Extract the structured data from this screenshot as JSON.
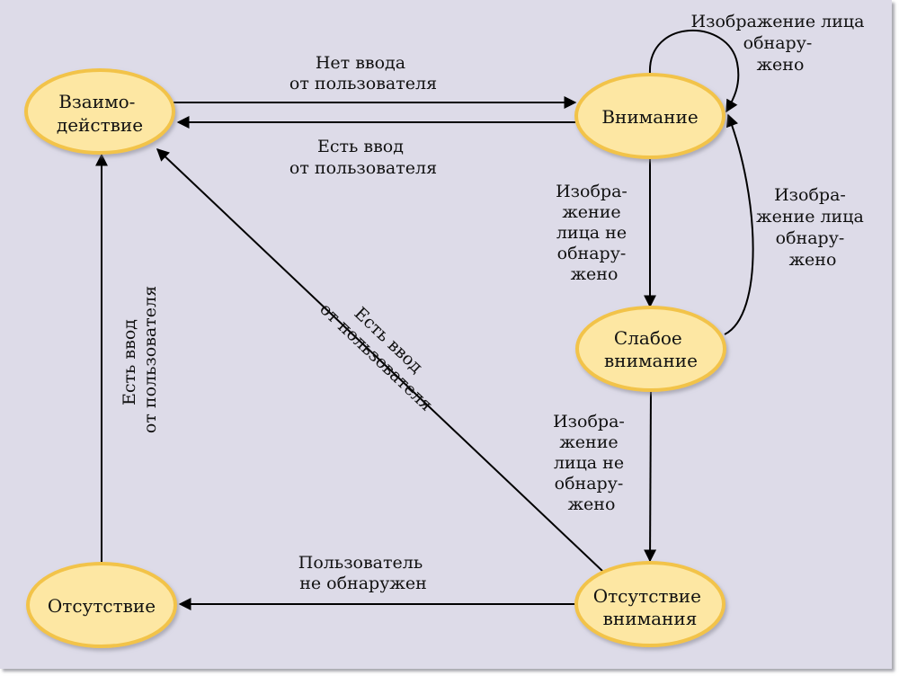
{
  "diagram": {
    "type": "state-transition",
    "colors": {
      "background": "#dddbe8",
      "node_fill": "#fde7a3",
      "node_stroke": "#f2c34a",
      "edge": "#000000",
      "text": "#111111"
    },
    "nodes": {
      "interaction": {
        "lines": [
          "Взаимо-",
          "действие"
        ]
      },
      "attention": {
        "lines": [
          "Внимание"
        ]
      },
      "weak_attention": {
        "lines": [
          "Слабое",
          "внимание"
        ]
      },
      "no_attention": {
        "lines": [
          "Отсутствие",
          "внимания"
        ]
      },
      "absence": {
        "lines": [
          "Отсутствие"
        ]
      }
    },
    "edges": {
      "interaction_to_attention": {
        "from": "Взаимодействие",
        "to": "Внимание",
        "label": [
          "Нет ввода",
          "от пользователя"
        ]
      },
      "attention_to_interaction": {
        "from": "Внимание",
        "to": "Взаимодействие",
        "label": [
          "Есть ввод",
          "от пользователя"
        ]
      },
      "attention_self": {
        "from": "Внимание",
        "to": "Внимание",
        "label": [
          "Изображение лица",
          "обнару-",
          "жено"
        ]
      },
      "attention_to_weak": {
        "from": "Внимание",
        "to": "Слабое внимание",
        "label": [
          "Изобра-",
          "жение",
          "лица не",
          "обнару-",
          "жено"
        ]
      },
      "weak_to_attention": {
        "from": "Слабое внимание",
        "to": "Внимание",
        "label": [
          "Изобра-",
          "жение лица",
          "обнару-",
          "жено"
        ]
      },
      "weak_to_no_attention": {
        "from": "Слабое внимание",
        "to": "Отсутствие внимания",
        "label": [
          "Изобра-",
          "жение",
          "лица не",
          "обнару-",
          "жено"
        ]
      },
      "no_attention_to_interaction": {
        "from": "Отсутствие внимания",
        "to": "Взаимодействие",
        "label": [
          "Есть ввод",
          "от пользователя"
        ]
      },
      "no_attention_to_absence": {
        "from": "Отсутствие внимания",
        "to": "Отсутствие",
        "label": [
          "Пользователь",
          "не обнаружен"
        ]
      },
      "absence_to_interaction": {
        "from": "Отсутствие",
        "to": "Взаимодействие",
        "label": [
          "Есть ввод",
          "от пользователя"
        ]
      }
    }
  }
}
